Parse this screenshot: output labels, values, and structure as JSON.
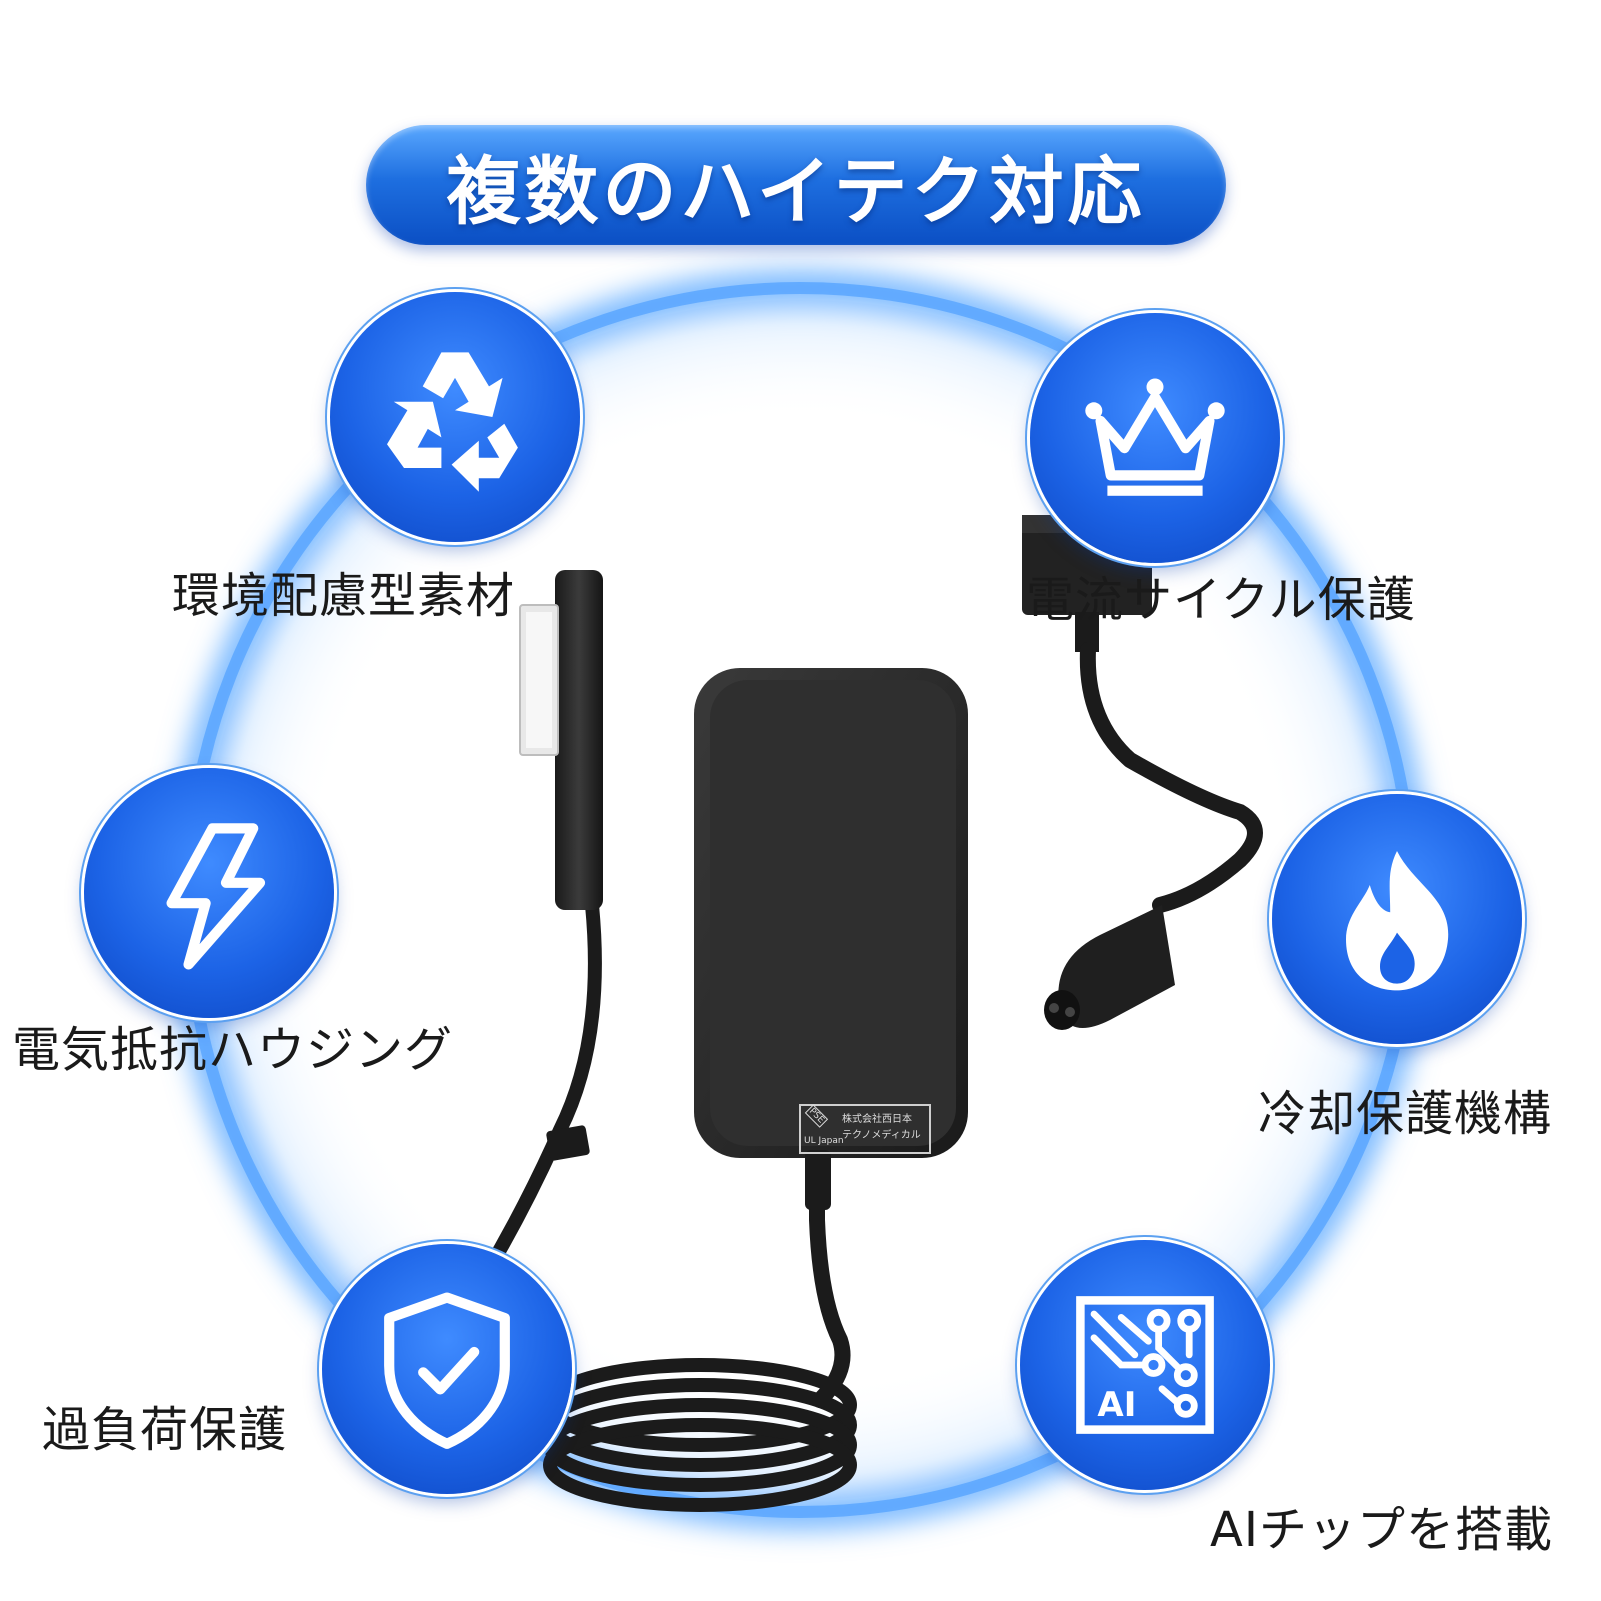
{
  "banner": {
    "title": "複数のハイテク対応"
  },
  "features": [
    {
      "label": "環境配慮型素材",
      "icon": "recycle-icon"
    },
    {
      "label": "電流サイクル保護",
      "icon": "crown-icon"
    },
    {
      "label": "電気抵抗ハウジング",
      "icon": "lightning-icon"
    },
    {
      "label": "冷却保護機構",
      "icon": "flame-icon"
    },
    {
      "label": "過負荷保護",
      "icon": "shield-check-icon"
    },
    {
      "label": "AIチップを搭載",
      "icon": "ai-chip-icon"
    }
  ],
  "ai_chip_text": "AI",
  "product_label": {
    "mark": "PSE",
    "company": "株式会社西日本",
    "company2": "テクノメディカル",
    "cert": "UL Japan"
  },
  "colors": {
    "accent": "#1c63e6",
    "ring": "#4fa6ff",
    "adapter": "#2b2b2b"
  }
}
